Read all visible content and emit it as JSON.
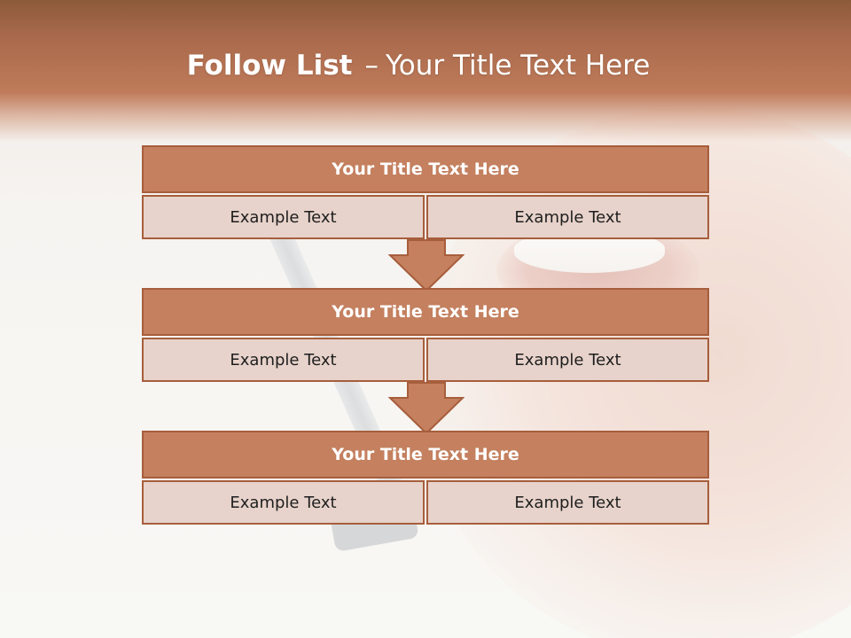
{
  "slide": {
    "title_bold": "Follow List",
    "title_sep": "–",
    "title_rest": "Your Title Text Here"
  },
  "blocks": [
    {
      "title": "Your Title Text Here",
      "left": "Example Text",
      "right": "Example Text"
    },
    {
      "title": "Your Title Text Here",
      "left": "Example Text",
      "right": "Example Text"
    },
    {
      "title": "Your Title Text Here",
      "left": "Example Text",
      "right": "Example Text"
    }
  ],
  "colors": {
    "header_band": "#b0714f",
    "box_fill": "#c4805f",
    "box_border": "#a75e3c",
    "cell_fill": "#e7d3cb"
  },
  "icons": [
    "down-arrow-icon",
    "down-arrow-icon"
  ]
}
